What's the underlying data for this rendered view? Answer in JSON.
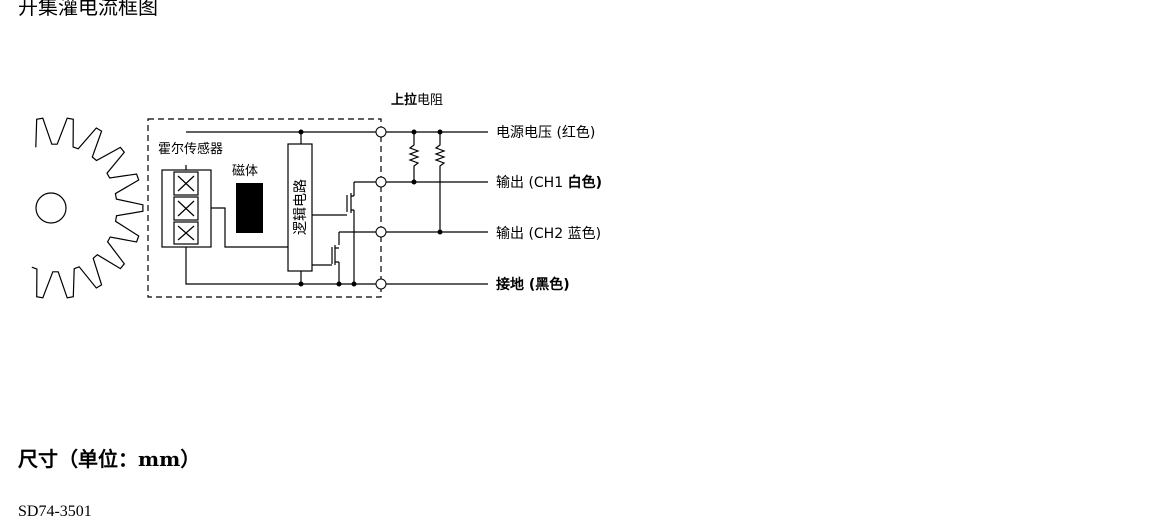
{
  "title": "开集灌电流框图",
  "diagram": {
    "pullup_label_bold": "上拉",
    "pullup_label_rest": "电阻",
    "hall_sensor_label": "霍尔传感器",
    "magnet_label": "磁体",
    "logic_circuit_label": "逻辑电路",
    "terminals": {
      "power": {
        "text": "电源电压 (红色)"
      },
      "ch1": {
        "text": "输出 (CH1 ",
        "bold": "白色)"
      },
      "ch2": {
        "text": "输出 (CH2 蓝色)"
      },
      "ground": {
        "bold": "接地 (黑色)"
      }
    }
  },
  "dimensions_heading": "尺寸（单位：mm）",
  "model_number": "SD74-3501"
}
